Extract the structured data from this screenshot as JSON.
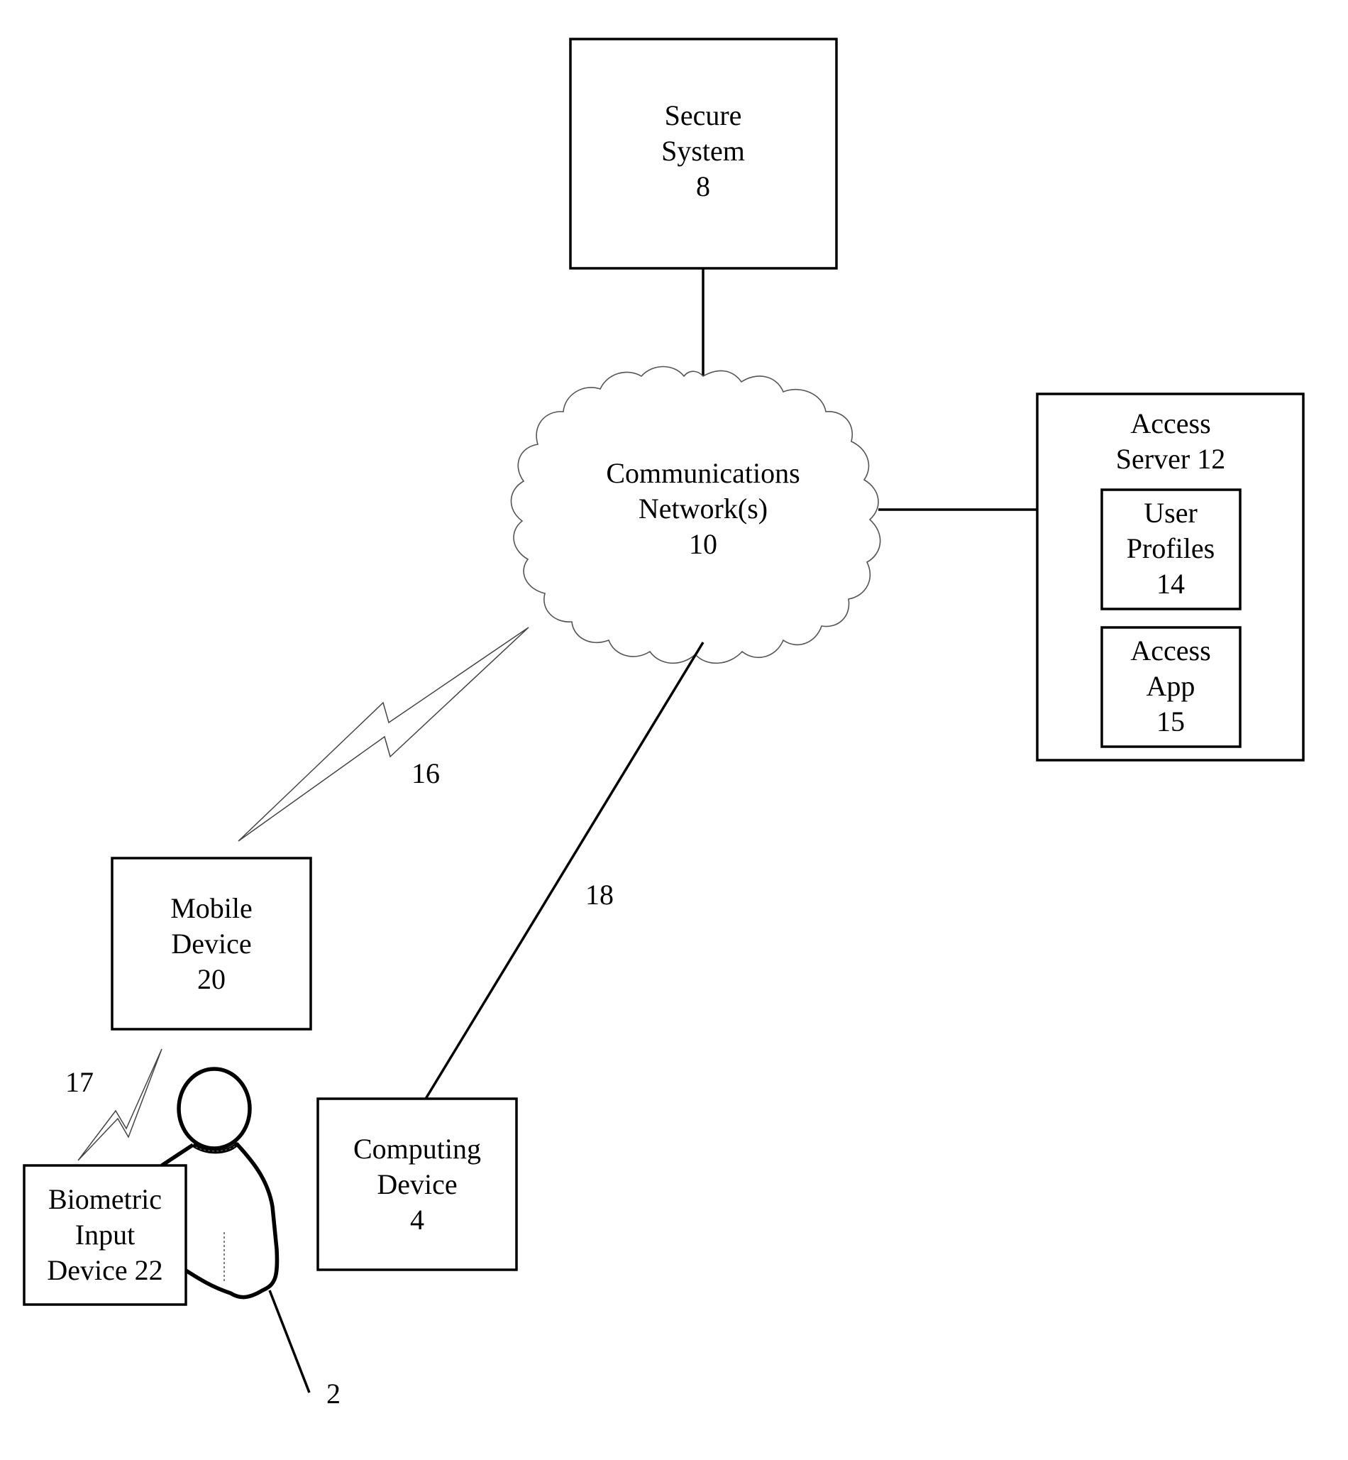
{
  "secure_system": {
    "line1": "Secure",
    "line2": "System",
    "ref": "8"
  },
  "network": {
    "line1": "Communications",
    "line2": "Network(s)",
    "ref": "10"
  },
  "access_server": {
    "line1": "Access",
    "line2": "Server 12",
    "user_profiles": {
      "line1": "User",
      "line2": "Profiles",
      "ref": "14"
    },
    "access_app": {
      "line1": "Access",
      "line2": "App",
      "ref": "15"
    }
  },
  "mobile_device": {
    "line1": "Mobile",
    "line2": "Device",
    "ref": "20"
  },
  "computing_device": {
    "line1": "Computing",
    "line2": "Device",
    "ref": "4"
  },
  "biometric_device": {
    "line1": "Biometric",
    "line2": "Input",
    "line3": "Device 22"
  },
  "link_labels": {
    "wireless_network": "16",
    "wired_network": "18",
    "wireless_biometric": "17"
  },
  "user_ref": "2"
}
